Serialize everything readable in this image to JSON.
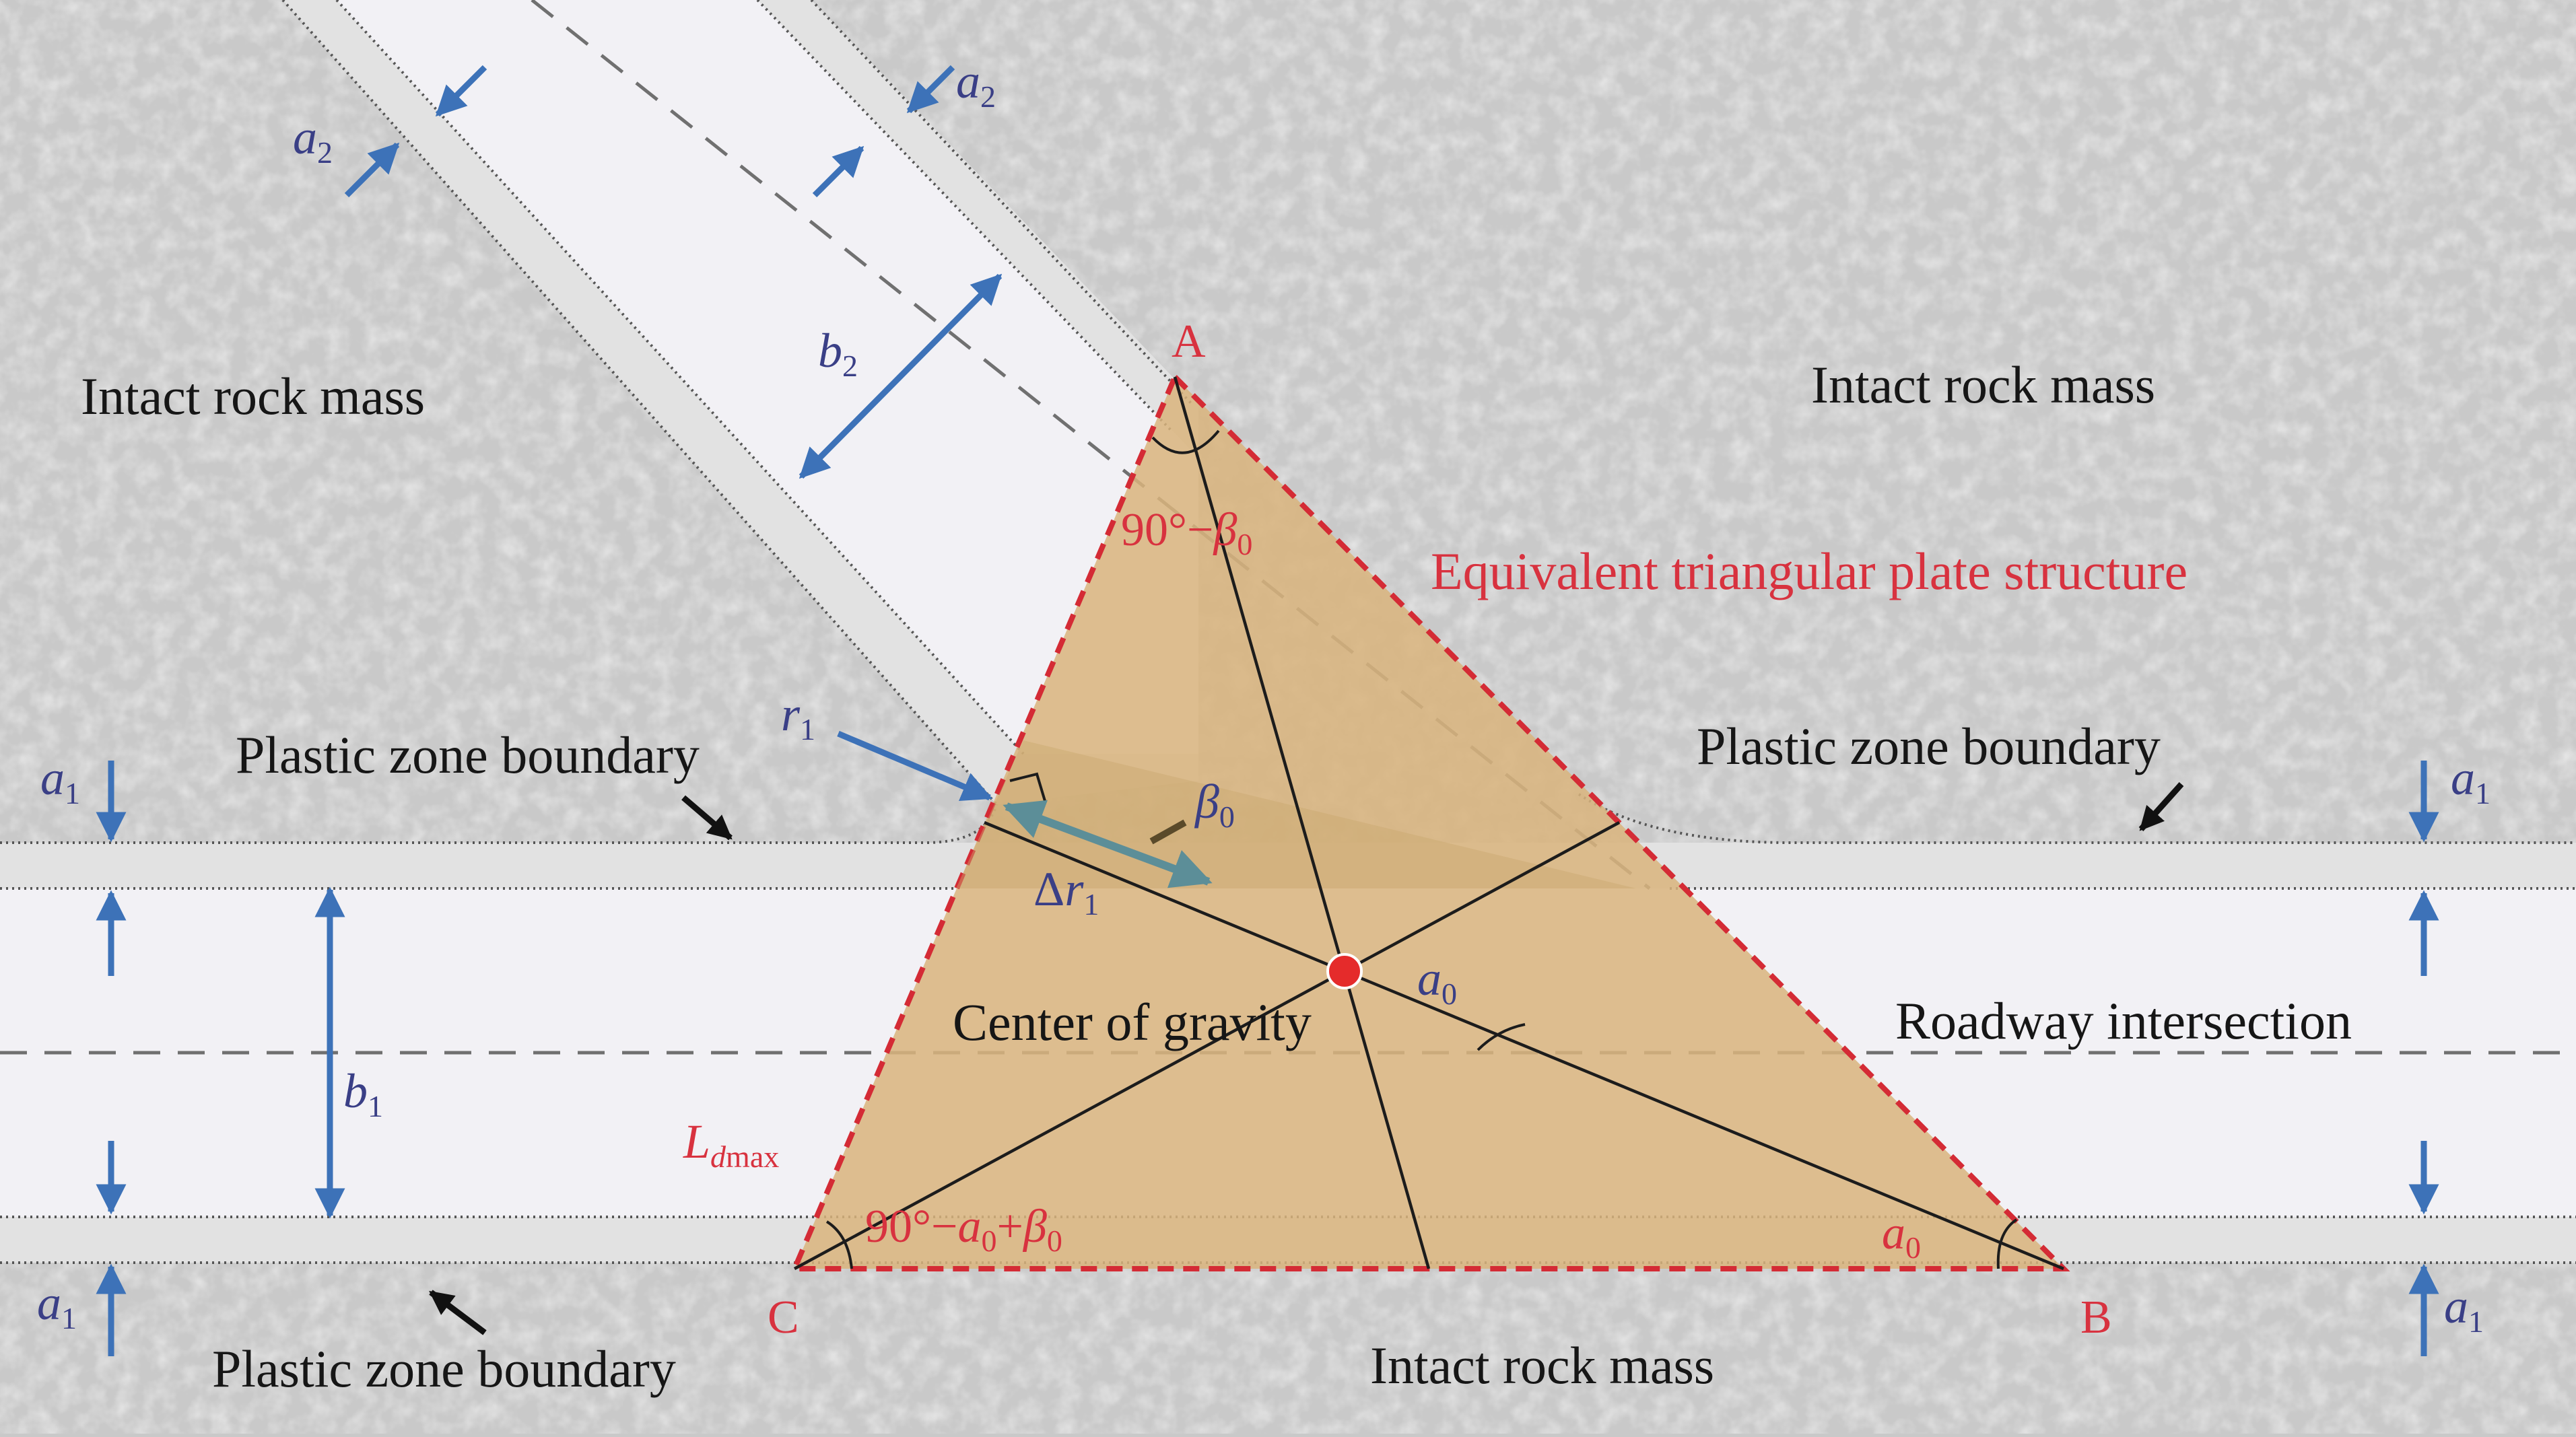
{
  "labels": {
    "intact_left": "Intact rock mass",
    "intact_right": "Intact rock mass",
    "intact_bottom": "Intact rock mass",
    "equivalent_plate": "Equivalent triangular plate structure",
    "plastic_left": "Plastic zone boundary",
    "plastic_right": "Plastic zone boundary",
    "plastic_bottom": "Plastic zone boundary",
    "center_of_gravity": "Center of gravity",
    "roadway_intersection": "Roadway intersection"
  },
  "vertices": {
    "A": "A",
    "B": "B",
    "C": "C"
  },
  "symbols": {
    "a": "a",
    "b": "b",
    "r": "r",
    "beta": "β",
    "delta": "Δ",
    "L": "L",
    "one": "1",
    "two": "2",
    "zero": "0",
    "d": "d",
    "max": "max",
    "ninety_minus": "90°−",
    "plus": "+"
  },
  "colors": {
    "rock": "#c9c9c9",
    "roadway": "#f2f1f5",
    "plastic_band": "#e2e2e2",
    "plate_fill": "#d9b47c",
    "plate_edge": "#d42b35",
    "label_red": "#d8323f",
    "label_blue": "#3a3f86",
    "arrow_blue": "#3d72b8",
    "arrow_teal": "#5c8e98",
    "center_dot": "#e52b2b"
  }
}
